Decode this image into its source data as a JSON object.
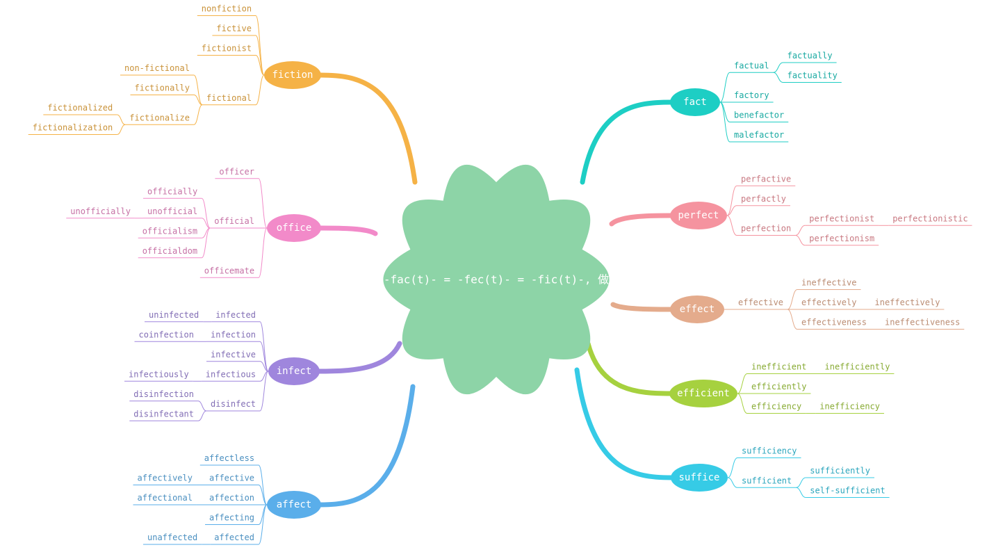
{
  "center": {
    "label": "-fac(t)- = -fec(t)- = -fic(t)-, 做",
    "color": "#8dd4a7"
  },
  "branches": [
    {
      "id": "fiction",
      "label": "fiction",
      "color": "#f5b246",
      "side": "left",
      "children": [
        {
          "label": "nonfiction"
        },
        {
          "label": "fictive"
        },
        {
          "label": "fictionist"
        },
        {
          "label": "fictional",
          "children": [
            {
              "label": "non-fictional"
            },
            {
              "label": "fictionally"
            },
            {
              "label": "fictionalize",
              "children": [
                {
                  "label": "fictionalized"
                },
                {
                  "label": "fictionalization"
                }
              ]
            }
          ]
        }
      ]
    },
    {
      "id": "office",
      "label": "office",
      "color": "#f28ac9",
      "side": "left",
      "children": [
        {
          "label": "officer"
        },
        {
          "label": "official",
          "children": [
            {
              "label": "officially"
            },
            {
              "label": "unofficial",
              "children": [
                {
                  "label": "unofficially"
                }
              ]
            },
            {
              "label": "officialism"
            },
            {
              "label": "officialdom"
            }
          ]
        },
        {
          "label": "officemate"
        }
      ]
    },
    {
      "id": "infect",
      "label": "infect",
      "color": "#9f86dd",
      "side": "left",
      "children": [
        {
          "label": "infected",
          "children": [
            {
              "label": "uninfected"
            }
          ]
        },
        {
          "label": "infection",
          "children": [
            {
              "label": "coinfection"
            }
          ]
        },
        {
          "label": "infective"
        },
        {
          "label": "infectious",
          "children": [
            {
              "label": "infectiously"
            }
          ]
        },
        {
          "label": "disinfect",
          "children": [
            {
              "label": "disinfection"
            },
            {
              "label": "disinfectant"
            }
          ]
        }
      ]
    },
    {
      "id": "affect",
      "label": "affect",
      "color": "#5aaeea",
      "side": "left",
      "children": [
        {
          "label": "affectless"
        },
        {
          "label": "affective",
          "children": [
            {
              "label": "affectively"
            }
          ]
        },
        {
          "label": "affection",
          "children": [
            {
              "label": "affectional"
            }
          ]
        },
        {
          "label": "affecting"
        },
        {
          "label": "affected",
          "children": [
            {
              "label": "unaffected"
            }
          ]
        }
      ]
    },
    {
      "id": "fact",
      "label": "fact",
      "color": "#1dcec4",
      "side": "right",
      "children": [
        {
          "label": "factual",
          "children": [
            {
              "label": "factually"
            },
            {
              "label": "factuality"
            }
          ]
        },
        {
          "label": "factory"
        },
        {
          "label": "benefactor"
        },
        {
          "label": "malefactor"
        }
      ]
    },
    {
      "id": "perfect",
      "label": "perfect",
      "color": "#f5939f",
      "side": "right",
      "children": [
        {
          "label": "perfactive"
        },
        {
          "label": "perfactly"
        },
        {
          "label": "perfection",
          "children": [
            {
              "label": "perfectionist",
              "children": [
                {
                  "label": "perfectionistic"
                }
              ]
            },
            {
              "label": "perfectionism"
            }
          ]
        }
      ]
    },
    {
      "id": "effect",
      "label": "effect",
      "color": "#e4ab8c",
      "side": "right",
      "children": [
        {
          "label": "effective",
          "children": [
            {
              "label": "ineffective"
            },
            {
              "label": "effectively",
              "children": [
                {
                  "label": "ineffectively"
                }
              ]
            },
            {
              "label": "effectiveness",
              "children": [
                {
                  "label": "ineffectiveness"
                }
              ]
            }
          ]
        }
      ]
    },
    {
      "id": "efficient",
      "label": "efficient",
      "color": "#a6d13f",
      "side": "right",
      "children": [
        {
          "label": "inefficient",
          "children": [
            {
              "label": "inefficiently"
            }
          ]
        },
        {
          "label": "efficiently"
        },
        {
          "label": "efficiency",
          "children": [
            {
              "label": "inefficiency"
            }
          ]
        }
      ]
    },
    {
      "id": "suffice",
      "label": "suffice",
      "color": "#36cbe6",
      "side": "right",
      "children": [
        {
          "label": "sufficiency"
        },
        {
          "label": "sufficient",
          "children": [
            {
              "label": "sufficiently"
            },
            {
              "label": "self-sufficient"
            }
          ]
        }
      ]
    }
  ]
}
